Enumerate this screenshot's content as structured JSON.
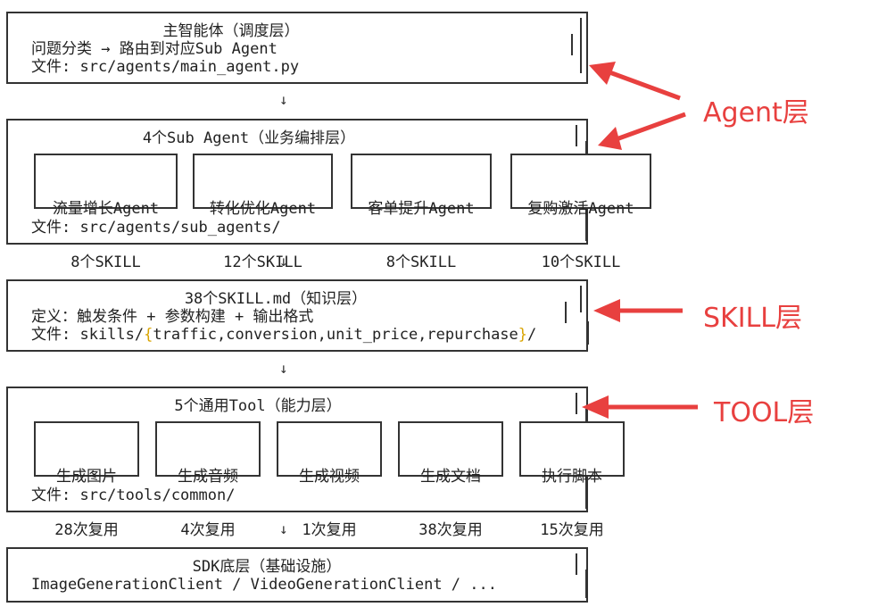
{
  "main": {
    "title": "主智能体（调度层）",
    "line1": "问题分类 → 路由到对应Sub Agent",
    "line2": "文件: src/agents/main_agent.py"
  },
  "arrow_glyph": "↓",
  "sub_agents": {
    "title": "4个Sub Agent（业务编排层）",
    "items": [
      {
        "name": "流量增长Agent",
        "count": "8个SKILL"
      },
      {
        "name": "转化优化Agent",
        "count": "12个SKILL"
      },
      {
        "name": "客单提升Agent",
        "count": "8个SKILL"
      },
      {
        "name": "复购激活Agent",
        "count": "10个SKILL"
      }
    ],
    "file": "文件: src/agents/sub_agents/"
  },
  "skills": {
    "title": "38个SKILL.md（知识层）",
    "line1": "定义：触发条件 + 参数构建 + 输出格式",
    "line2_prefix": "文件: skills/",
    "line2_brace_open": "{",
    "line2_middle": "traffic,conversion,unit_price,repurchase",
    "line2_brace_close": "}",
    "line2_suffix": "/"
  },
  "tools": {
    "title": "5个通用Tool（能力层）",
    "items": [
      {
        "name": "生成图片",
        "count": "28次复用"
      },
      {
        "name": "生成音频",
        "count": "4次复用"
      },
      {
        "name": "生成视频",
        "count": "1次复用"
      },
      {
        "name": "生成文档",
        "count": "38次复用"
      },
      {
        "name": "执行脚本",
        "count": "15次复用"
      }
    ],
    "file": "文件: src/tools/common/"
  },
  "sdk": {
    "title": "SDK底层（基础设施）",
    "line1": "ImageGenerationClient / VideoGenerationClient / ..."
  },
  "labels": {
    "agent": "Agent层",
    "skill": "SKILL层",
    "tool": "TOOL层"
  },
  "colors": {
    "annotation": "#e8403f",
    "brace": "#d9a400",
    "border": "#333333"
  }
}
